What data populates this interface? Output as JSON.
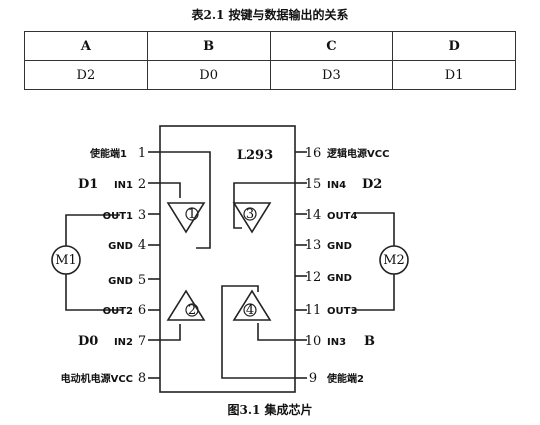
{
  "table_caption": "表2.1 按键与数据输出的关系",
  "table": {
    "headers": [
      "A",
      "B",
      "C",
      "D"
    ],
    "row": [
      "D2",
      "D0",
      "D3",
      "D1"
    ]
  },
  "chip": {
    "name": "L293",
    "left_pins": [
      {
        "num": "1",
        "label": "使能端1"
      },
      {
        "num": "2",
        "label": "IN1"
      },
      {
        "num": "3",
        "label": "OUT1"
      },
      {
        "num": "4",
        "label": "GND"
      },
      {
        "num": "5",
        "label": "GND"
      },
      {
        "num": "6",
        "label": "OUT2"
      },
      {
        "num": "7",
        "label": "IN2"
      },
      {
        "num": "8",
        "label": "电动机电源VCC"
      }
    ],
    "right_pins": [
      {
        "num": "16",
        "label": "逻辑电源VCC"
      },
      {
        "num": "15",
        "label": "IN4"
      },
      {
        "num": "14",
        "label": "OUT4"
      },
      {
        "num": "13",
        "label": "GND"
      },
      {
        "num": "12",
        "label": "GND"
      },
      {
        "num": "11",
        "label": "OUT3"
      },
      {
        "num": "10",
        "label": "IN3"
      },
      {
        "num": "9",
        "label": "使能端2"
      }
    ],
    "buffers": [
      "1",
      "2",
      "3",
      "4"
    ]
  },
  "signals": {
    "d1": "D1",
    "d2": "D2",
    "d0": "D0",
    "b": "B"
  },
  "motors": {
    "m1": "M1",
    "m2": "M2"
  },
  "figure_caption": "图3.1 集成芯片"
}
